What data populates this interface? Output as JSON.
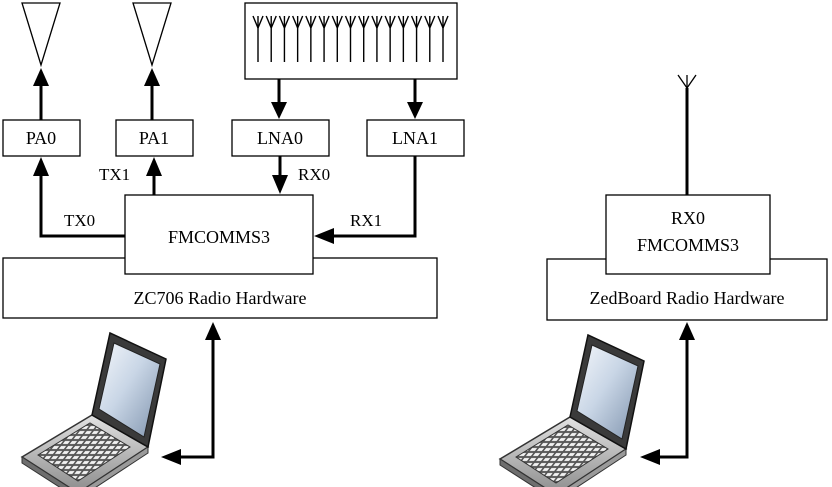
{
  "zc706": {
    "pa0": "PA0",
    "pa1": "PA1",
    "lna0": "LNA0",
    "lna1": "LNA1",
    "tx0": "TX0",
    "tx1": "TX1",
    "rx0": "RX0",
    "rx1": "RX1",
    "fmcomms": "FMCOMMS3",
    "hardware": "ZC706 Radio Hardware"
  },
  "zedboard": {
    "rx0": "RX0",
    "fmcomms": "FMCOMMS3",
    "hardware": "ZedBoard Radio Hardware"
  },
  "icons": [
    "antenna-icon",
    "antenna-array-icon",
    "laptop-icon",
    "dipole-antenna-icon"
  ]
}
